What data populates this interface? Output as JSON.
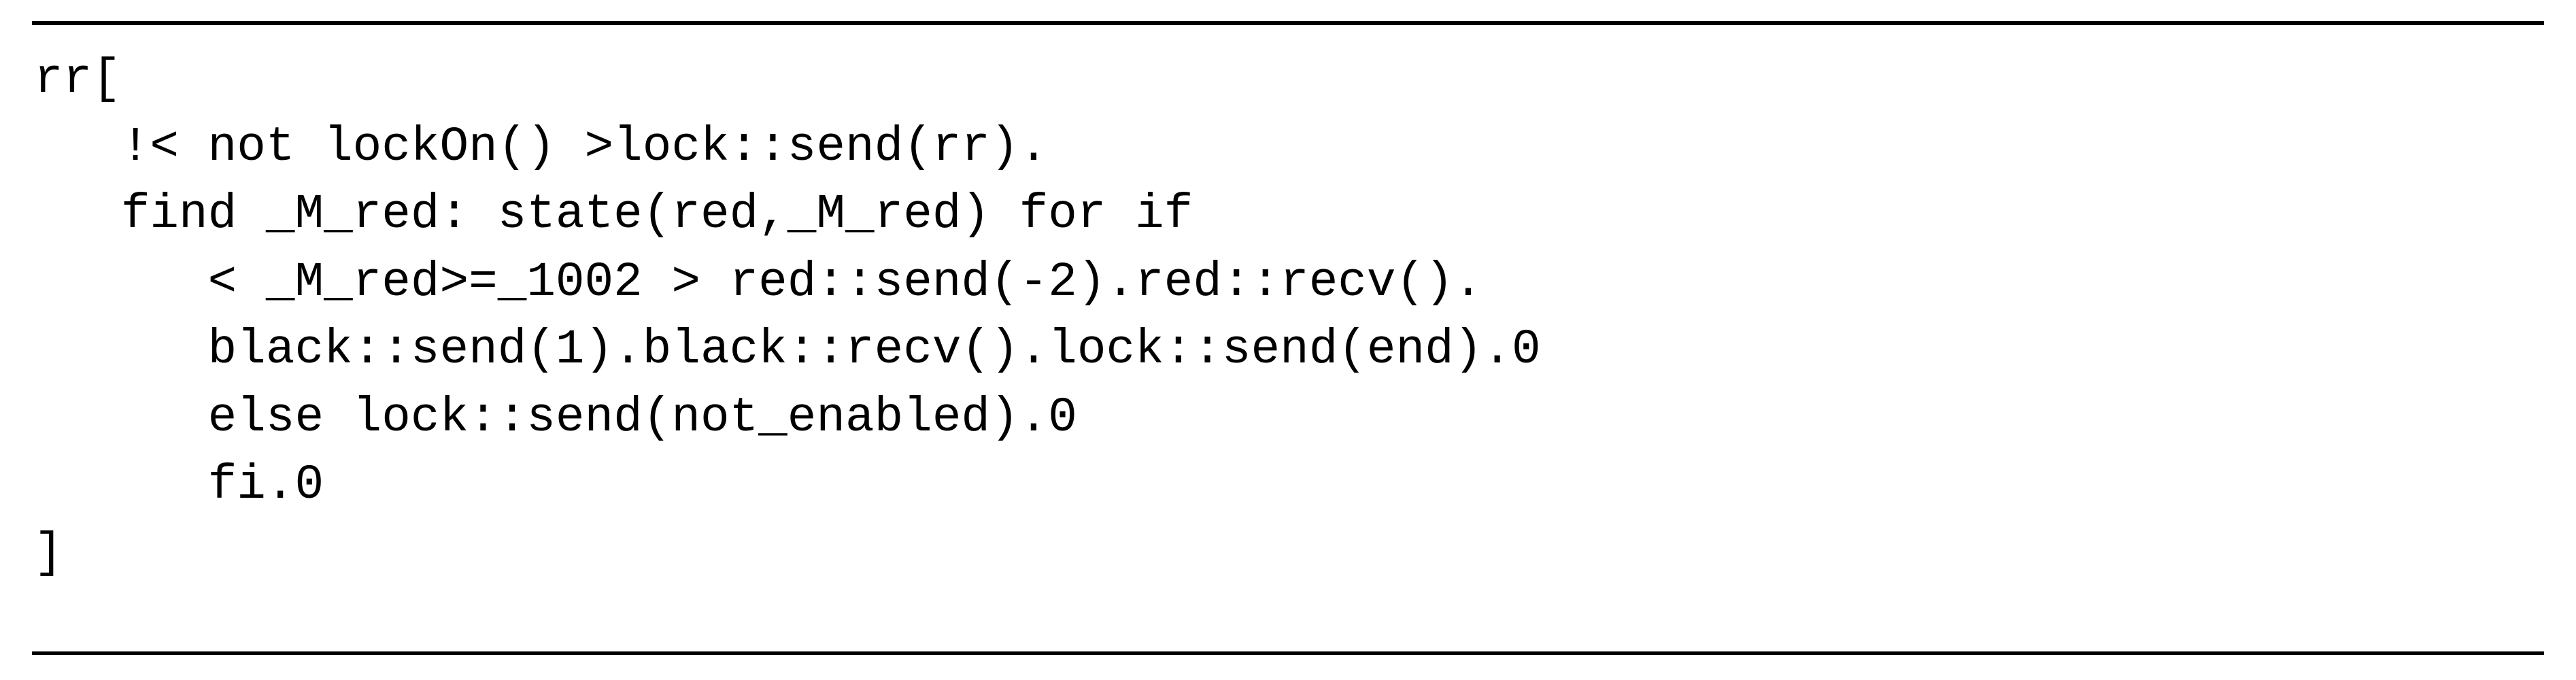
{
  "page": {
    "background": "#ffffff"
  },
  "colors": {
    "text": "#000000",
    "rule": "#000000"
  },
  "listing": {
    "lines": [
      "rr[",
      "   !< not lockOn() >lock::send(rr).",
      "   find _M_red: state(red,_M_red) for if",
      "      < _M_red>=_1002 > red::send(-2).red::recv().",
      "      black::send(1).black::recv().lock::send(end).0",
      "      else lock::send(not_enabled).0",
      "      fi.0",
      "]"
    ]
  }
}
